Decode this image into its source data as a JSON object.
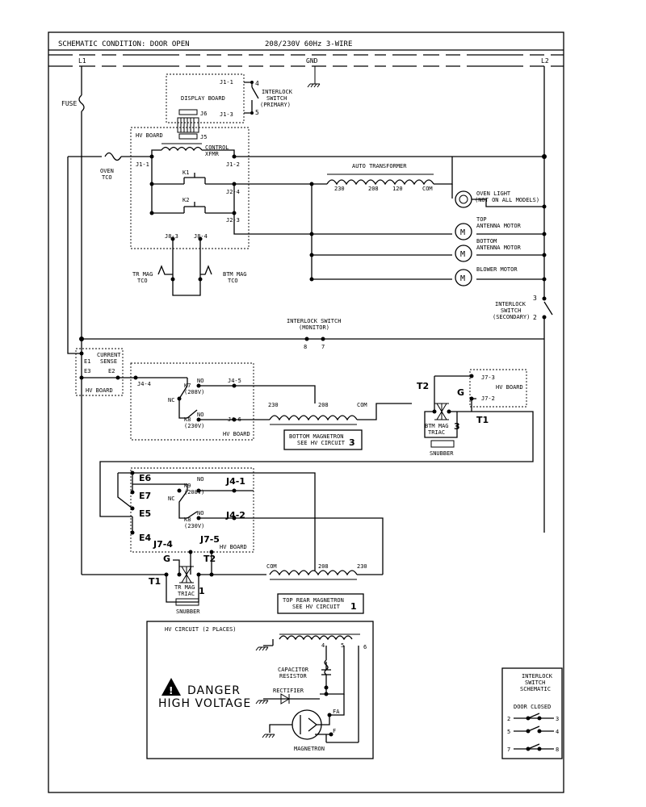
{
  "header": {
    "condition": "SCHEMATIC CONDITION: DOOR OPEN",
    "power": "208/230V 60Hz 3-WIRE"
  },
  "buses": {
    "l1": "L1",
    "gnd": "GND",
    "l2": "L2"
  },
  "labels": {
    "fuse": "FUSE",
    "display_board": "DISPLAY BOARD",
    "j1_1": "J1-1",
    "j1_3": "J1-3",
    "j6": "J6",
    "j5": "J5",
    "interlock_primary": [
      "INTERLOCK",
      "SWITCH",
      "(PRIMARY)"
    ],
    "pin4": "4",
    "pin5": "5",
    "hv_board": "HV BOARD",
    "control_xfmr": [
      "CONTROL",
      "XFMR"
    ],
    "oven_tco": [
      "OVEN",
      "TCO"
    ],
    "j1_1b": "J1-1",
    "j1_2": "J1-2",
    "k1": "K1",
    "k2": "K2",
    "j2_4": "J2-4",
    "j2_3": "J2-3",
    "auto_transformer": "AUTO TRANSFORMER",
    "taps": [
      "230",
      "208",
      "120",
      "COM"
    ],
    "oven_light": [
      "OVEN LIGHT",
      "(NOT ON ALL MODELS)"
    ],
    "top_antenna_motor": [
      "TOP",
      "ANTENNA MOTOR"
    ],
    "bottom_antenna_motor": [
      "BOTTOM",
      "ANTENNA MOTOR"
    ],
    "blower_motor": "BLOWER MOTOR",
    "motor_symbol": "M",
    "j8_3": "J8-3",
    "j8_4": "J8-4",
    "tr_mag_tco": [
      "TR MAG",
      "TCO"
    ],
    "btm_mag_tco": [
      "BTM MAG",
      "TCO"
    ],
    "interlock_secondary": [
      "INTERLOCK",
      "SWITCH",
      "(SECONDARY)"
    ],
    "pin3": "3",
    "pin2": "2",
    "interlock_monitor": [
      "INTERLOCK SWITCH",
      "(MONITOR)"
    ],
    "pin8": "8",
    "pin7": "7",
    "e1": "E1",
    "current_sense": [
      "CURRENT",
      "SENSE"
    ],
    "e3": "E3",
    "e2": "E2",
    "j4_4": "J4-4",
    "k7": [
      "K7",
      "(208V)"
    ],
    "no": "NO",
    "nc": "NC",
    "j4_5": "J4-5",
    "k8": [
      "K8",
      "(230V)"
    ],
    "j4_6": "J4-6",
    "taps_bottom": [
      "230",
      "208",
      "COM"
    ],
    "bottom_magnetron": [
      "BOTTOM MAGNETRON",
      "SEE HV CIRCUIT"
    ],
    "num3": "3",
    "t2": "T2",
    "g": "G",
    "t1": "T1",
    "j7_3": "J7-3",
    "j7_2": "J7-2",
    "btm_mag_triac": [
      "BTM MAG",
      "TRIAC"
    ],
    "snubber": "SNUBBER",
    "e6": "E6",
    "e7": "E7",
    "e5": "E5",
    "e4": "E4",
    "k9": [
      "K9",
      "(208V)"
    ],
    "j4_1": "J4-1",
    "k8b": [
      "K8",
      "(230V)"
    ],
    "j4_2": "J4-2",
    "j7_4": "J7-4",
    "j7_5": "J7-5",
    "tr_mag_triac": [
      "TR MAG",
      "TRIAC"
    ],
    "num1": "1",
    "taps_top": [
      "COM",
      "208",
      "230"
    ],
    "top_rear_magnetron": [
      "TOP REAR MAGNETRON",
      "SEE HV CIRCUIT"
    ],
    "hv_circuit": "HV CIRCUIT (2 PLACES)",
    "danger": [
      "DANGER",
      "HIGH VOLTAGE"
    ],
    "danger_mark": "!",
    "hv_pins": [
      "4",
      "5",
      "6"
    ],
    "capacitor_resistor": [
      "CAPACITOR",
      "RESISTOR"
    ],
    "rectifier": "RECTIFIER",
    "fa": "FA",
    "f": "F",
    "magnetron": "MAGNETRON",
    "interlock_schematic": [
      "INTERLOCK",
      "SWITCH",
      "SCHEMATIC"
    ],
    "door_closed": "DOOR CLOSED",
    "sw_pins": [
      "2",
      "3",
      "5",
      "4",
      "7",
      "8"
    ]
  }
}
